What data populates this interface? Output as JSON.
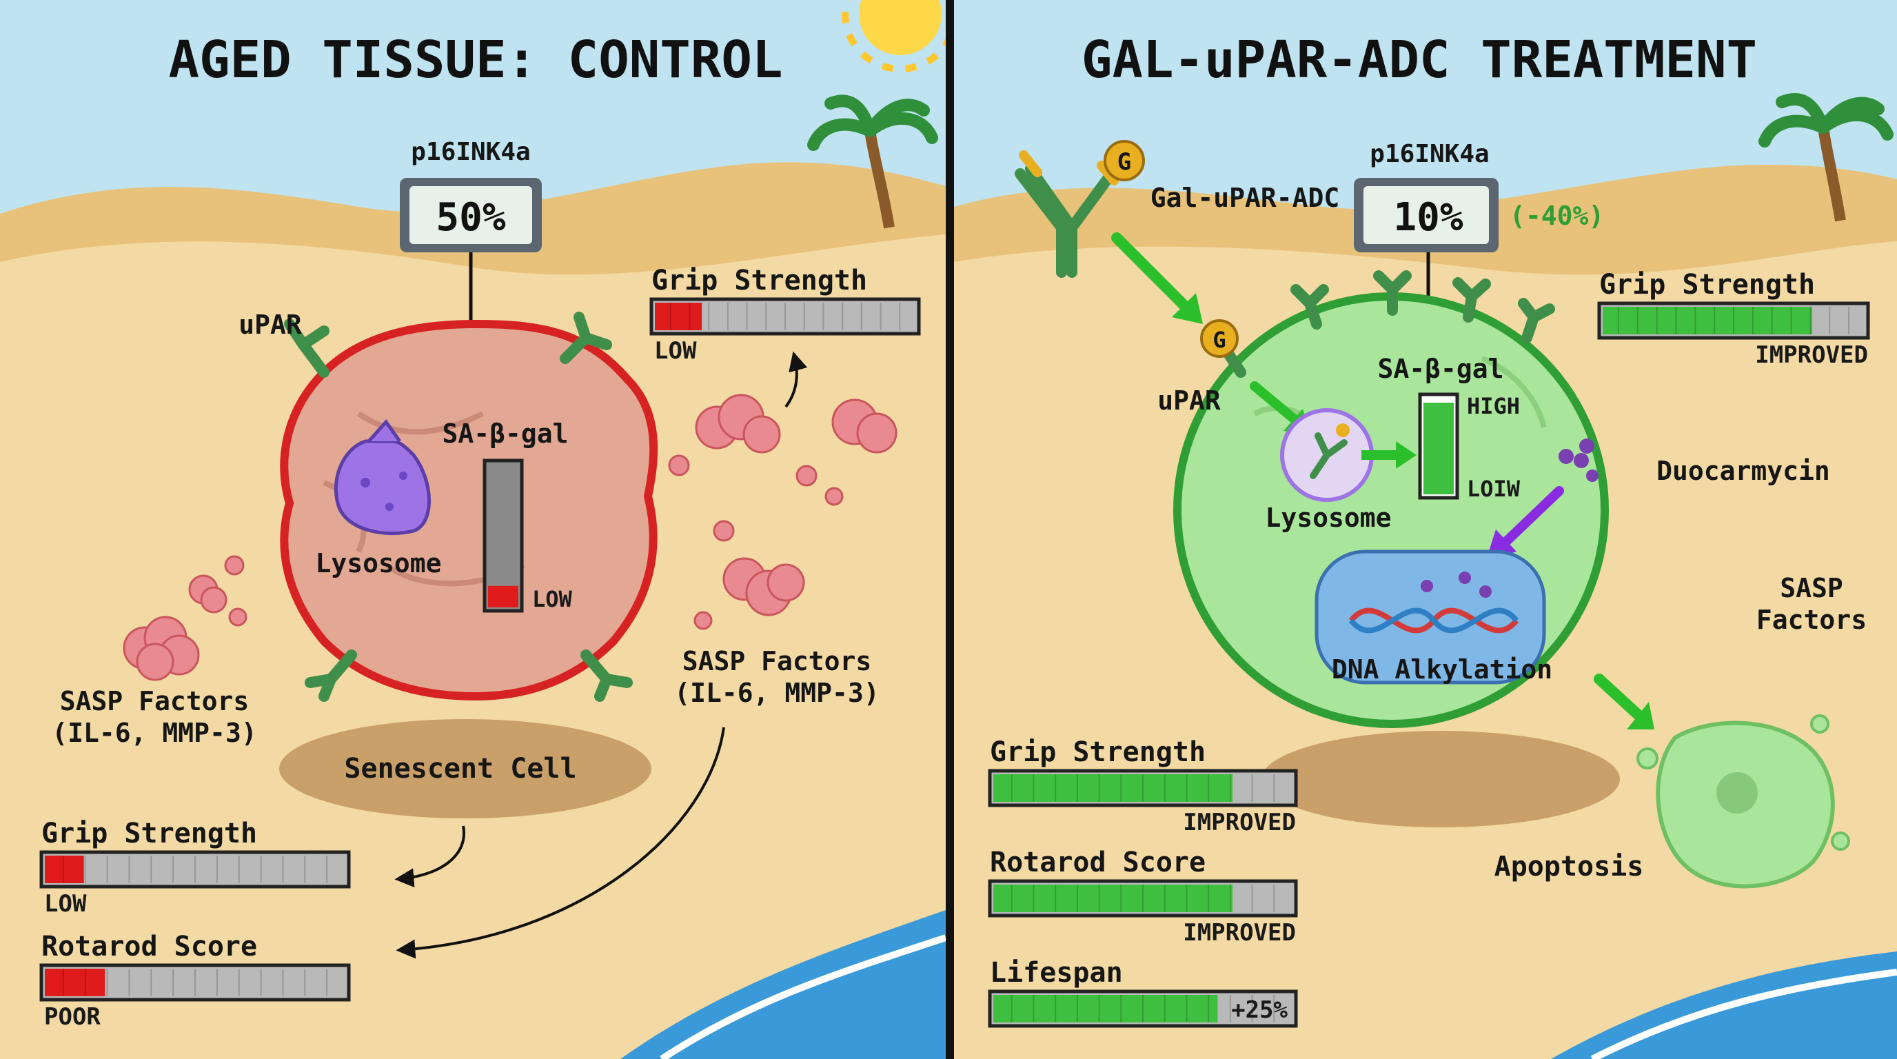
{
  "left": {
    "title": "AGED TISSUE: CONTROL",
    "marker": {
      "label": "p16INK4a",
      "value": "50%"
    },
    "upar_label": "uPAR",
    "sa_gal": {
      "label": "SA-β-gal",
      "level_text": "LOW",
      "level": 0.15
    },
    "lysosome_label": "Lysosome",
    "cell_label": "Senescent Cell",
    "sasp_left": [
      "SASP Factors",
      "(IL-6, MMP-3)"
    ],
    "sasp_right": [
      "SASP Factors",
      "(IL-6, MMP-3)"
    ],
    "grip_top": {
      "label": "Grip Strength",
      "status": "LOW",
      "level": 0.18
    },
    "grip_bottom": {
      "label": "Grip Strength",
      "status": "LOW",
      "level": 0.13
    },
    "rotarod": {
      "label": "Rotarod Score",
      "status": "POOR",
      "level": 0.2
    }
  },
  "right": {
    "title": "GAL-uPAR-ADC TREATMENT",
    "marker": {
      "label": "p16INK4a",
      "value": "10%",
      "change": "(-40%)"
    },
    "adc_label": "Gal-uPAR-ADC",
    "galactose_glyph": "G",
    "upar_label": "uPAR",
    "sa_gal": {
      "label": "SA-β-gal",
      "high_text": "HIGH",
      "low_text": "LOIW",
      "level": 0.95
    },
    "lysosome_label": "Lysosome",
    "payload_label": "Duocarmycin",
    "nucleus_label": "DNA Alkylation",
    "sasp": [
      "SASP",
      "Factors"
    ],
    "apoptosis_label": "Apoptosis",
    "grip_top": {
      "label": "Grip Strength",
      "status": "IMPROVED",
      "level": 0.8
    },
    "grip_bottom": {
      "label": "Grip Strength",
      "status": "IMPROVED",
      "level": 0.8
    },
    "rotarod": {
      "label": "Rotarod Score",
      "status": "IMPROVED",
      "level": 0.8
    },
    "lifespan": {
      "label": "Lifespan",
      "value": "+25%",
      "level": 0.75
    }
  },
  "colors": {
    "sky": "#bfe3f0",
    "sand": "#f3d9a3",
    "dune": "#e8c27a",
    "divider": "#111111",
    "bad": "#e01b1b",
    "good": "#3fbf3f",
    "cell_bad_fill": "#e2a894",
    "cell_bad_edge": "#d62222",
    "cell_good_fill": "#a9e69b",
    "cell_good_edge": "#2f9e35",
    "receptor": "#3f8f4a",
    "arrow_green": "#2bbf2b",
    "arrow_purple": "#8a2be2",
    "lysosome": "#9d73e6",
    "gold": "#e8b020"
  }
}
